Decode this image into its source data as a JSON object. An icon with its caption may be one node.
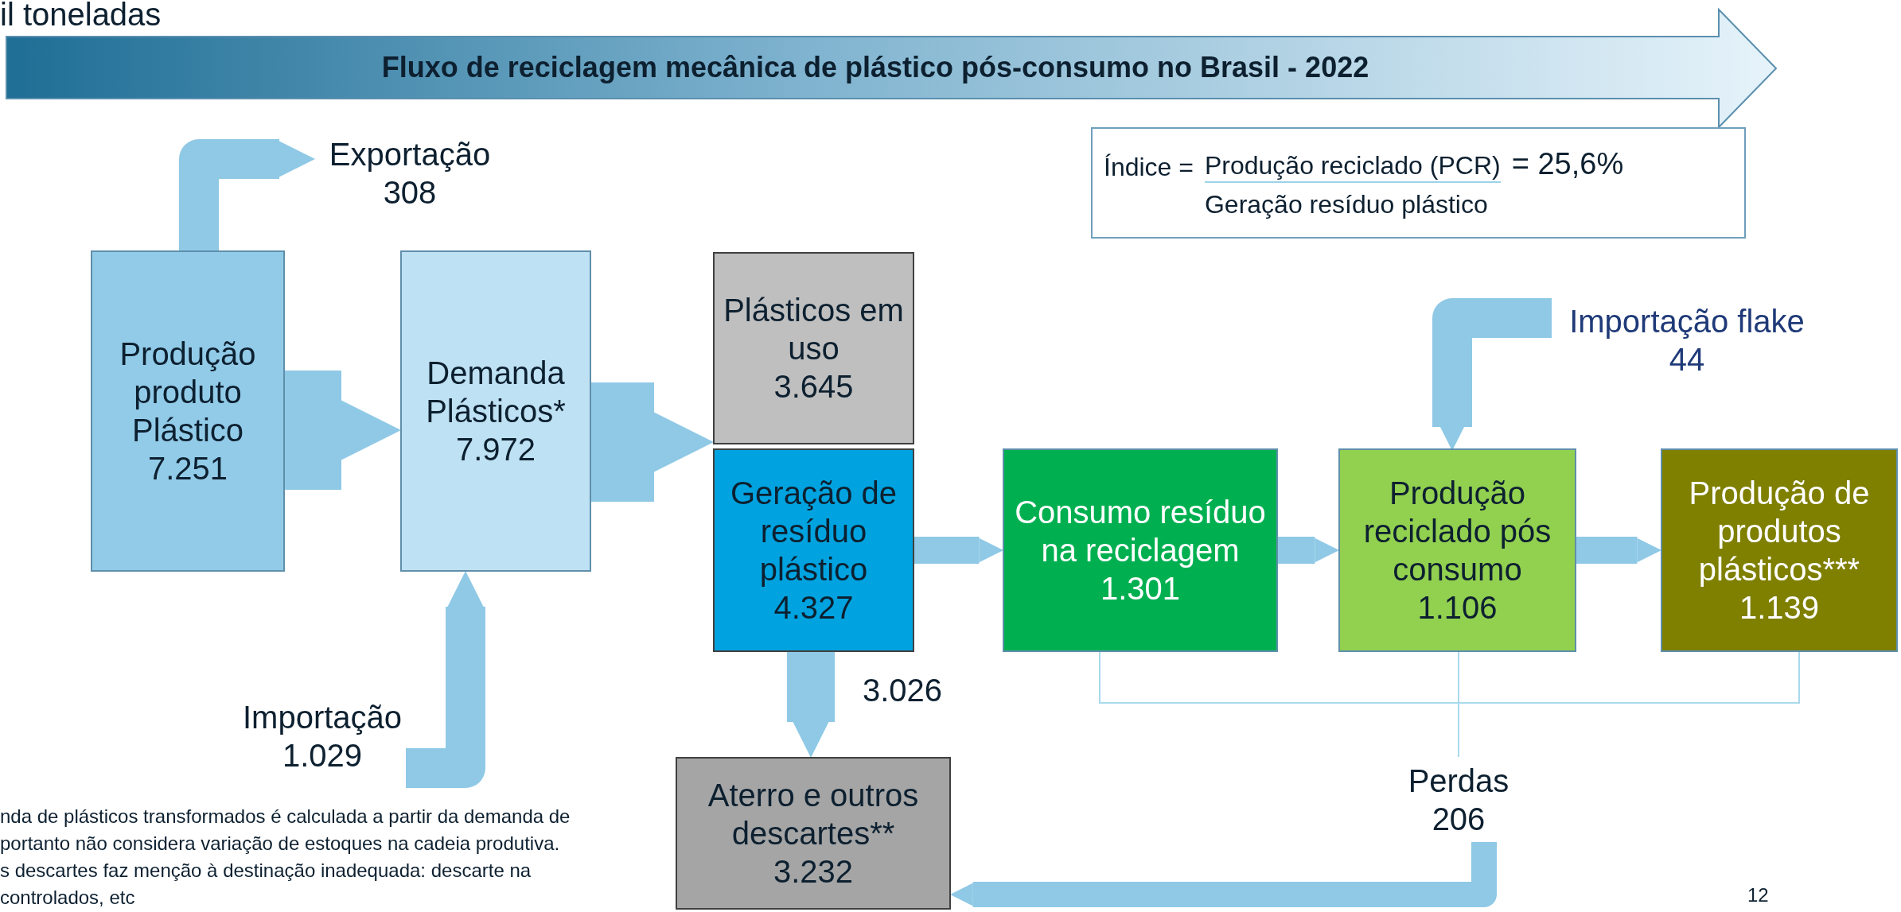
{
  "diagram": {
    "title": "Fluxo de reciclagem mecânica de plástico pós-consumo no Brasil - 2022",
    "nodes": [
      {
        "text": [
          "Produção produto Plástico",
          "7.251"
        ]
      },
      {
        "text": [
          "Demanda Plásticos*",
          "7.972"
        ]
      },
      {
        "text": [
          "Plásticos em uso",
          "3.645"
        ]
      },
      {
        "text": [
          "Geração de resíduo plástico",
          "4.327"
        ]
      },
      {
        "text": [
          "Consumo resíduo na reciclagem",
          "1.301"
        ]
      },
      {
        "text": [
          "Produção reciclado pós consumo",
          "1.106"
        ]
      },
      {
        "text": [
          "Produção de produtos plásticos***",
          "1.139"
        ]
      },
      {
        "text": [
          "Aterro e outros descartes**",
          "3.232"
        ]
      },
      {
        "text": [
          "Exportação",
          "308"
        ]
      },
      {
        "text": [
          "Importação",
          "1.029"
        ]
      },
      {
        "text": [
          "Importação flake",
          "44"
        ]
      },
      {
        "text": [
          "Perdas",
          "206"
        ]
      },
      {
        "text": [
          "Índice =",
          "Produção reciclado (PCR)",
          "= 25,6%",
          "Geração resíduo plástico"
        ]
      }
    ],
    "edges": [
      {
        "from": 0,
        "to": 1,
        "arrow": "to",
        "style": "thick"
      },
      {
        "from": 1,
        "to": 2,
        "arrow": "to",
        "style": "thick"
      },
      {
        "from": 0,
        "to": 8,
        "arrow": "to"
      },
      {
        "from": 9,
        "to": 1,
        "arrow": "to"
      },
      {
        "from": 3,
        "to": 4,
        "arrow": "to"
      },
      {
        "from": 4,
        "to": 5,
        "arrow": "to"
      },
      {
        "from": 5,
        "to": 6,
        "arrow": "to"
      },
      {
        "from": 3,
        "to": 7,
        "arrow": "to",
        "label": "3.026"
      },
      {
        "from": 10,
        "to": 5,
        "arrow": "to"
      },
      {
        "from": 4,
        "to": 11,
        "arrow": "none",
        "color": "#a9d9ec"
      },
      {
        "from": 5,
        "to": 11,
        "arrow": "none",
        "color": "#a9d9ec"
      },
      {
        "from": 6,
        "to": 11,
        "arrow": "none",
        "color": "#a9d9ec"
      },
      {
        "from": 11,
        "to": 7,
        "arrow": "to"
      }
    ],
    "labels": [
      "il toneladas",
      "nda de plásticos transformados é calculada a partir da demanda de",
      "portanto não considera variação de estoques na cadeia produtiva.",
      "s descartes faz menção à destinação inadequada: descarte na",
      "controlados, etc",
      "12"
    ]
  }
}
